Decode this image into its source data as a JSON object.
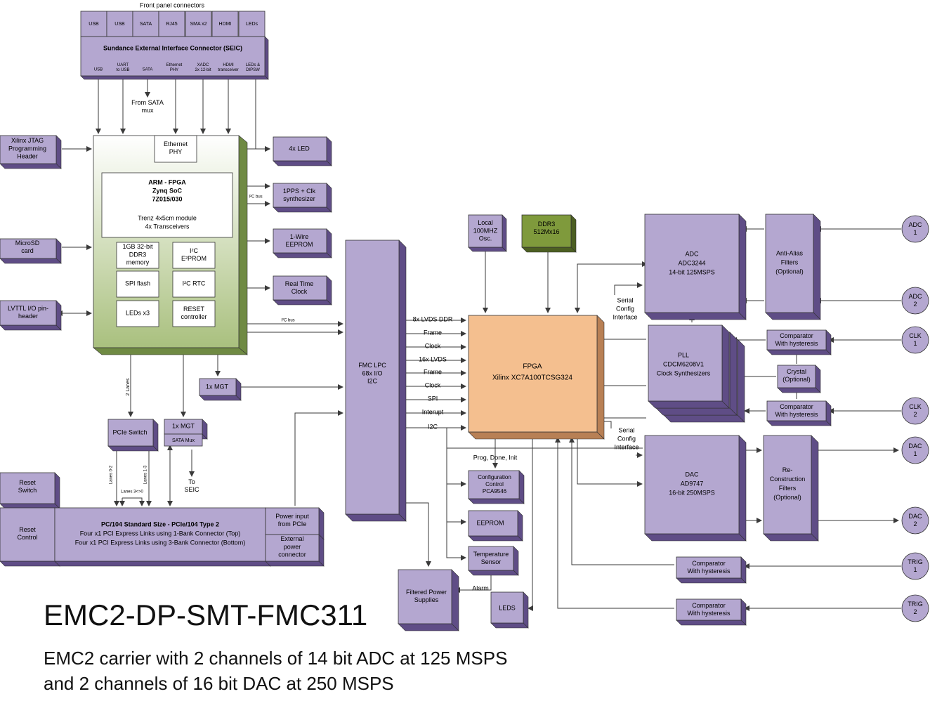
{
  "title": "EMC2-DP-SMT-FMC311",
  "subtitle_lines": [
    "EMC2 carrier with 2 channels of 14 bit ADC at 125 MSPS",
    "and 2 channels of 16 bit DAC at 250 MSPS"
  ],
  "colors": {
    "block": "#b4a7d0",
    "block_side": "#5f4d86",
    "block_top": "#d6cde8",
    "fpga": "#f4bf8f",
    "fpga_side": "#b88055",
    "ddr": "#7f9a3c",
    "ddr_side": "#4c5f22",
    "zynq_gradient_top": "#ffffff",
    "zynq_gradient_bottom": "#a9c07e",
    "wire": "#3a3a3a"
  },
  "front_panel": {
    "title": "Front panel connectors",
    "connectors": [
      "USB",
      "USB",
      "SATA",
      "RJ45",
      "SMA x2",
      "HDMI",
      "LEDs"
    ],
    "seic_title": "Sundance External Interface Connector (SEIC)",
    "seic_pins": [
      [
        "USB"
      ],
      [
        "UART",
        "to USB"
      ],
      [
        "SATA"
      ],
      [
        "Ethernet",
        "PHY"
      ],
      [
        "XADC",
        "2x 12-bit"
      ],
      [
        "HDMI",
        "transceiver"
      ],
      [
        "LEDs &",
        "DIPSW"
      ]
    ],
    "from_sata": [
      "From SATA",
      "mux"
    ]
  },
  "left_blocks": {
    "jtag": [
      "Xilinx JTAG",
      "Programming",
      "Header"
    ],
    "microsd": [
      "MicroSD",
      "card"
    ],
    "lvttl": [
      "LVTTL I/O pin-",
      "header"
    ]
  },
  "zynq": {
    "ethernet_phy": [
      "Ethernet",
      "PHY"
    ],
    "soc": [
      "ARM - FPGA",
      "Zynq SoC",
      "7Z015/030"
    ],
    "module": [
      "Trenz 4x5cm module",
      "4x Transceivers"
    ],
    "ddr3": [
      "1GB 32-bit",
      "DDR3",
      "memory"
    ],
    "eeprom": [
      "I²C",
      "E²PROM"
    ],
    "spi_flash": "SPI flash",
    "rtc": "I²C RTC",
    "leds": "LEDs x3",
    "reset": [
      "RESET",
      "controller"
    ],
    "i2c_bus_label": "I²C bus",
    "i2c_bus_label2": "I²C bus",
    "lanes_label": "2 Lanes"
  },
  "right_of_zynq": {
    "led4": "4x LED",
    "pps": [
      "1PPS + Clk",
      "synthesizer"
    ],
    "onewire": [
      "1-Wire",
      "EEPROM"
    ],
    "rtc": [
      "Real Time",
      "Clock"
    ]
  },
  "lower_left": {
    "mgt1": "1x MGT",
    "pcie_switch": "PCIe Switch",
    "mgt2": "1x MGT",
    "sata_mux": "SATA Mux",
    "to_seic": [
      "To",
      "SEIC"
    ],
    "lanes_02": "Lanes 0-2",
    "lanes_13": "Lanes 1-3",
    "lanes_3_0": "Lanes 3<>0",
    "reset_switch": [
      "Reset",
      "Switch"
    ],
    "reset_control": [
      "Reset",
      "Control"
    ],
    "pc104": [
      "PC/104 Standard Size -  PCIe/104 Type 2",
      "Four x1 PCI Express Links using 1-Bank Connector (Top)",
      "Four x1 PCI Express Links using 3-Bank Connector (Bottom)"
    ],
    "power_pcie": [
      "Power input",
      "from PCIe"
    ],
    "ext_power": [
      "External",
      "power",
      "connector"
    ]
  },
  "fmc": {
    "label": [
      "FMC LPC",
      "68x I/O",
      "I2C"
    ],
    "signals": [
      "8x LVDS DDR",
      "Frame",
      "Clock",
      "16x LVDS",
      "Frame",
      "Clock",
      "SPI",
      "Interupt",
      "I2C"
    ]
  },
  "fpga": {
    "label": [
      "FPGA",
      "Xilinx XC7A100TCSG324"
    ],
    "osc": [
      "Local",
      "100MHZ",
      "Osc."
    ],
    "ddr3": [
      "DDR3",
      "512Mx16"
    ],
    "prog_done": "Prog, Done, Init",
    "config": [
      "Configuration",
      "Control",
      "PCA9546"
    ],
    "eeprom": "EEPROM",
    "temp": [
      "Temperature",
      "Sensor"
    ],
    "alarm": "Alarm",
    "filtered_power": [
      "Filtered Power",
      "Supplies"
    ],
    "leds": "LEDS"
  },
  "analog": {
    "adc": [
      "ADC",
      "ADC3244",
      "14-bit 125MSPS"
    ],
    "anti_alias": [
      "Anti-Alias",
      "Filters",
      "(Optional)"
    ],
    "serial_config_1": [
      "Serial",
      "Config",
      "Interface"
    ],
    "serial_config_2": [
      "Serial",
      "Config",
      "Interface"
    ],
    "pll": [
      "PLL",
      "CDCM6208V1",
      "Clock Synthesizers"
    ],
    "comparator": [
      "Comparator",
      "With hysteresis"
    ],
    "crystal": [
      "Crystal",
      "(Optional)"
    ],
    "dac": [
      "DAC",
      "AD9747",
      "16-bit 250MSPS"
    ],
    "recon": [
      "Re-",
      "Construction",
      "Filters",
      "(Optional)"
    ],
    "ports": [
      [
        "ADC",
        "1"
      ],
      [
        "ADC",
        "2"
      ],
      [
        "CLK",
        "1"
      ],
      [
        "CLK",
        "2"
      ],
      [
        "DAC",
        "1"
      ],
      [
        "DAC",
        "2"
      ],
      [
        "TRIG",
        "1"
      ],
      [
        "TRIG",
        "2"
      ]
    ]
  }
}
